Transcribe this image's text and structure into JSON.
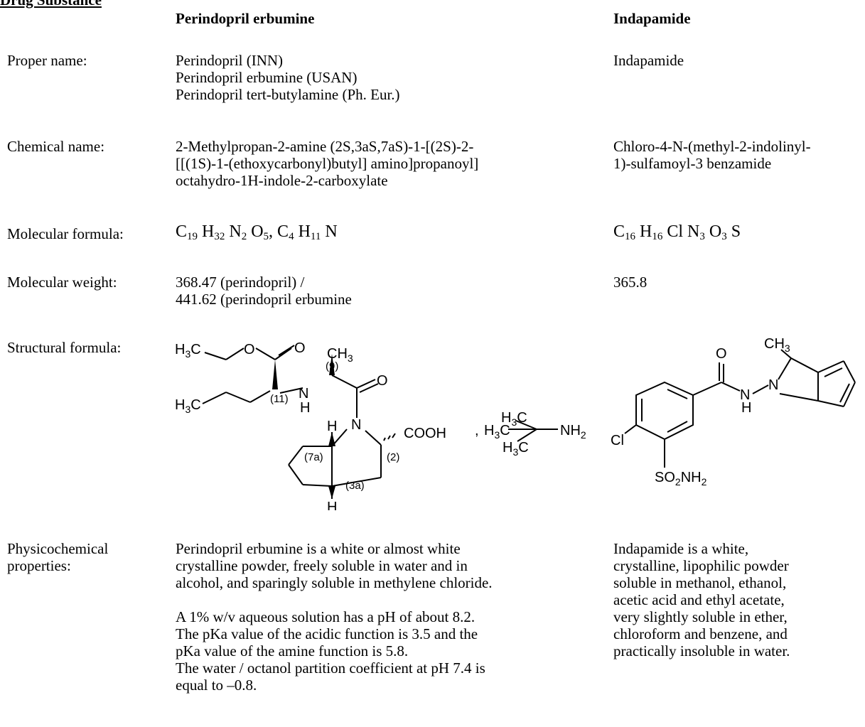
{
  "heading_fragment": "Drug Substance",
  "columns": {
    "perindopril": "Perindopril erbumine",
    "indapamide": "Indapamide"
  },
  "proper_name": {
    "label": "Proper name:",
    "perindopril": [
      "Perindopril (INN)",
      "Perindopril erbumine (USAN)",
      "Perindopril tert-butylamine (Ph. Eur.)"
    ],
    "indapamide": "Indapamide"
  },
  "chemical_name": {
    "label": "Chemical name:",
    "perindopril": [
      "2-Methylpropan-2-amine (2S,3aS,7aS)-1-[(2S)-2-",
      "[[(1S)-1-(ethoxycarbonyl)butyl] amino]propanoyl]",
      "octahydro-1H-indole-2-carboxylate"
    ],
    "indapamide": [
      "Chloro-4-N-(methyl-2-indolinyl-",
      "1)-sulfamoyl-3 benzamide"
    ]
  },
  "molecular_formula": {
    "label": "Molecular formula:",
    "perindopril": "C19 H32 N2 O5, C4 H11 N",
    "indapamide": "C16 H16 Cl N3 O3 S"
  },
  "molecular_weight": {
    "label": "Molecular weight:",
    "perindopril": [
      "368.47 (perindopril) /",
      "441.62 (perindopril erbumine"
    ],
    "indapamide": "365.8"
  },
  "structural_formula": {
    "label": "Structural formula:",
    "perindopril_labels": [
      "H3C",
      "O",
      "O",
      "CH3",
      "(9)",
      "O",
      "H3C",
      "(11)",
      "N",
      "H",
      "H",
      "N",
      "COOH",
      "(7a)",
      "(2)",
      "(3a)",
      "H",
      ",",
      "H3C",
      "H3C",
      "NH2",
      "H3C"
    ],
    "indapamide_labels": [
      "CH3",
      "O",
      "N",
      "N",
      "H",
      "Cl",
      "SO2NH2"
    ]
  },
  "physicochemical": {
    "label": [
      "Physicochemical",
      "properties:"
    ],
    "perindopril_p1": [
      "Perindopril erbumine is a white or almost white",
      "crystalline powder, freely soluble in water and in",
      "alcohol, and sparingly soluble in methylene chloride."
    ],
    "perindopril_p2": [
      "A 1% w/v aqueous solution has a pH of about 8.2.",
      "The pKa value of the acidic function is 3.5 and the",
      "pKa value of the amine function is 5.8.",
      "The water / octanol partition coefficient at pH 7.4 is",
      "equal to –0.8."
    ],
    "indapamide": [
      "Indapamide is a white,",
      "crystalline, lipophilic powder",
      "soluble in methanol, ethanol,",
      "acetic acid and ethyl acetate,",
      "very slightly soluble in ether,",
      "chloroform and benzene, and",
      "practically insoluble in water."
    ]
  }
}
